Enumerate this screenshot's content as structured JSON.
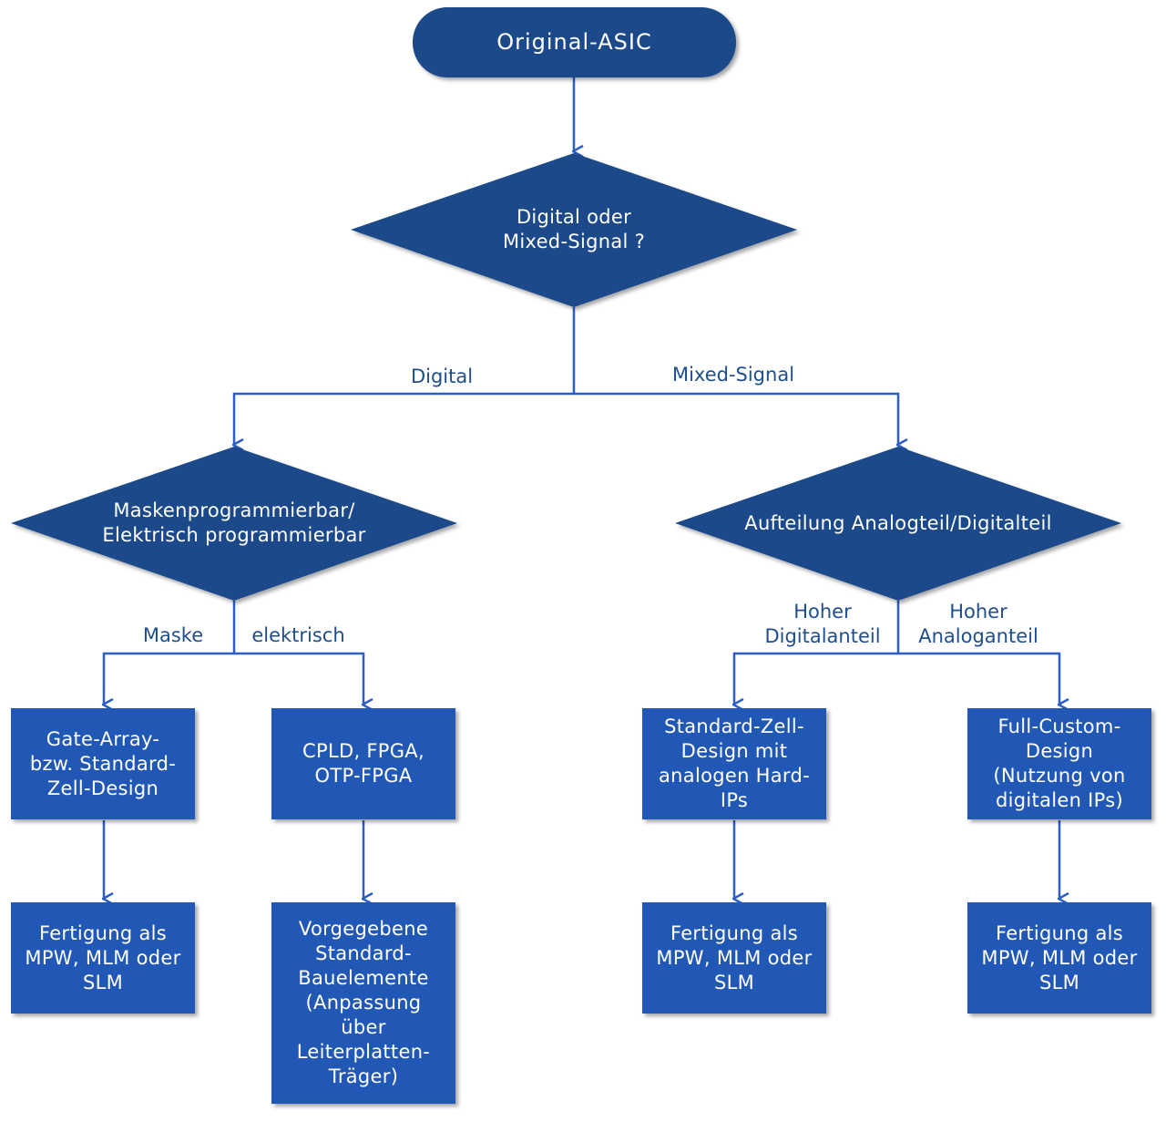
{
  "colors": {
    "shape_fill": "#1a4a8a",
    "box_fill": "#2359b5",
    "line": "#2c5ec4",
    "label_text": "#1f4e8c",
    "shape_text": "#ffffff"
  },
  "nodes": {
    "start": "Original-ASIC",
    "decision_main": "Digital oder\nMixed-Signal ?",
    "decision_digital": "Maskenprogrammierbar/\nElektrisch programmierbar",
    "decision_mixed": "Aufteilung Analogteil/Digitalteil",
    "gate_array": "Gate-Array-\nbzw. Standard-\nZell-Design",
    "cpld": "CPLD, FPGA,\nOTP-FPGA",
    "standard_cell_analog": "Standard-Zell-\nDesign mit\nanalogen Hard-\nIPs",
    "full_custom": "Full-Custom-\nDesign\n(Nutzung von\ndigitalen IPs)",
    "fab_1": "Fertigung als\nMPW, MLM oder\nSLM",
    "prefab": "Vorgegebene\nStandard-\nBauelemente\n(Anpassung\nüber\nLeiterplatten-\nTräger)",
    "fab_3": "Fertigung als\nMPW, MLM oder\nSLM",
    "fab_4": "Fertigung als\nMPW, MLM oder\nSLM"
  },
  "edge_labels": {
    "digital": "Digital",
    "mixed_signal": "Mixed-Signal",
    "maske": "Maske",
    "elektrisch": "elektrisch",
    "hoher_digitalanteil": "Hoher\nDigitalanteil",
    "hoher_analoganteil": "Hoher\nAnaloganteil"
  }
}
